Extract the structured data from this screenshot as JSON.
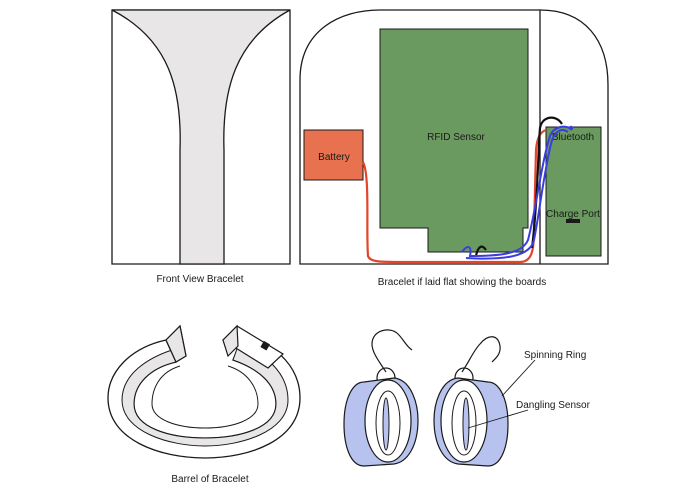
{
  "front_view": {
    "caption": "Front View Bracelet"
  },
  "flat_view": {
    "caption": "Bracelet if laid flat showing the boards",
    "battery_label": "Battery",
    "rfid_label": "RFID Sensor",
    "bluetooth_label": "Bluetooth",
    "charge_port_label": "Charge Port"
  },
  "barrel": {
    "caption": "Barrel of Bracelet"
  },
  "earrings": {
    "spinning_ring_label": "Spinning Ring",
    "dangling_sensor_label": "Dangling Sensor"
  },
  "colors": {
    "board_green": "#6a9a5f",
    "battery_orange": "#e8714f",
    "wire_red": "#e2452a",
    "wire_blue": "#3a3ee0",
    "ring_blue": "#b7c3ee",
    "fill_grey": "#e8e6e6"
  }
}
